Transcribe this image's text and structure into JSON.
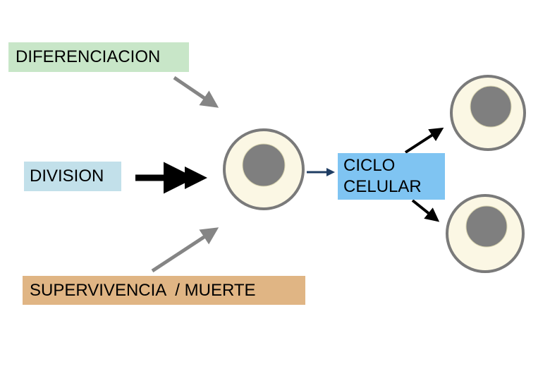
{
  "labels": {
    "diferenciacion": "DIFERENCIACION",
    "division": "DIVISION",
    "supervivencia": "SUPERVIVENCIA  / MUERTE",
    "ciclo_line1": "CICLO",
    "ciclo_line2": "CELULAR"
  },
  "colors": {
    "diferenciacion_bg": "#c8e6c8",
    "division_bg": "#c2e0ea",
    "supervivencia_bg": "#e0b584",
    "ciclo_bg": "#7fc4f2",
    "cell_fill": "#fbf7e4",
    "cell_border": "#7a7a7a",
    "nucleus_fill": "#7f7f7f",
    "arrow_gray": "#858585",
    "arrow_black": "#000000",
    "arrow_navy": "#1f3d63"
  }
}
